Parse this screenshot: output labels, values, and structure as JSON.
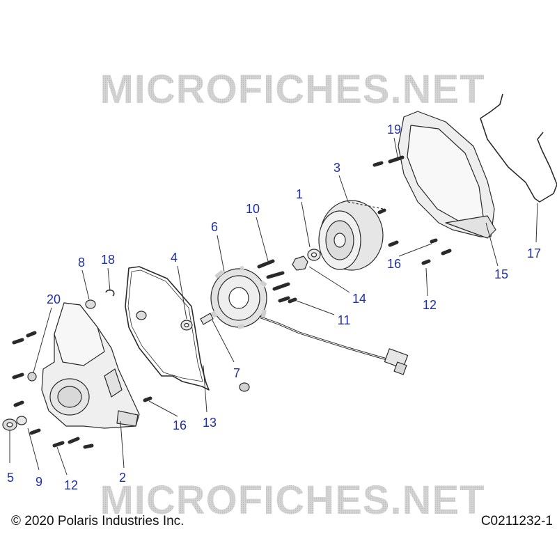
{
  "watermark": {
    "text": "MICROFICHES.NET"
  },
  "footer": {
    "copyright": "© 2020 Polaris Industries Inc.",
    "diagram_code": "C0211232-1"
  },
  "colors": {
    "callout": "#1f2fa8",
    "line": "#222222",
    "watermark": "#c9c9c9"
  },
  "callouts": [
    {
      "id": "c1",
      "label": "1"
    },
    {
      "id": "c2",
      "label": "2"
    },
    {
      "id": "c3",
      "label": "3"
    },
    {
      "id": "c4",
      "label": "4"
    },
    {
      "id": "c5",
      "label": "5"
    },
    {
      "id": "c6",
      "label": "6"
    },
    {
      "id": "c7",
      "label": "7"
    },
    {
      "id": "c8",
      "label": "8"
    },
    {
      "id": "c9",
      "label": "9"
    },
    {
      "id": "c10",
      "label": "10"
    },
    {
      "id": "c11",
      "label": "11"
    },
    {
      "id": "c12a",
      "label": "12"
    },
    {
      "id": "c12b",
      "label": "12"
    },
    {
      "id": "c13",
      "label": "13"
    },
    {
      "id": "c14",
      "label": "14"
    },
    {
      "id": "c15",
      "label": "15"
    },
    {
      "id": "c16a",
      "label": "16"
    },
    {
      "id": "c16b",
      "label": "16"
    },
    {
      "id": "c17",
      "label": "17"
    },
    {
      "id": "c18",
      "label": "18"
    },
    {
      "id": "c19",
      "label": "19"
    },
    {
      "id": "c20",
      "label": "20"
    }
  ]
}
